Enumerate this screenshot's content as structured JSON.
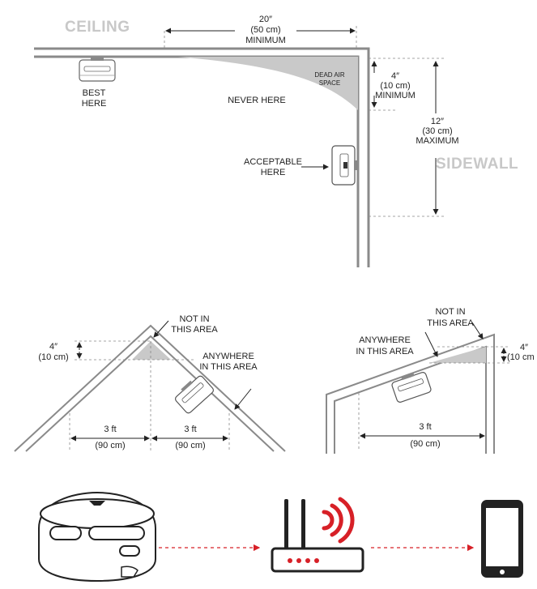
{
  "top_diagram": {
    "ceiling": "CEILING",
    "sidewall": "SIDEWALL",
    "best_here": [
      "BEST",
      "HERE"
    ],
    "never_here": "NEVER HERE",
    "dead_air": [
      "DEAD AIR",
      "SPACE"
    ],
    "acceptable_here": [
      "ACCEPTABLE",
      "HERE"
    ],
    "dim_20": [
      "20″",
      "(50 cm)",
      "MINIMUM"
    ],
    "dim_4": [
      "4″",
      "(10 cm)",
      "MINIMUM"
    ],
    "dim_12": [
      "12″",
      "(30 cm)",
      "MAXIMUM"
    ]
  },
  "peaked_ceiling": {
    "not_in_area": [
      "NOT IN",
      "THIS AREA"
    ],
    "anywhere": [
      "ANYWHERE",
      "IN THIS AREA"
    ],
    "dim_4": [
      "4″",
      "(10 cm)"
    ],
    "left_3ft": [
      "3 ft",
      "(90 cm)"
    ],
    "right_3ft": [
      "3 ft",
      "(90 cm)"
    ]
  },
  "sloped_ceiling": {
    "not_in_area": [
      "NOT IN",
      "THIS AREA"
    ],
    "anywhere": [
      "ANYWHERE",
      "IN THIS AREA"
    ],
    "dim_4": [
      "4″",
      "(10 cm"
    ],
    "dim_3ft": [
      "3 ft",
      "(90 cm)"
    ]
  },
  "connectivity": {
    "devices": [
      "smoke-detector",
      "wifi-router",
      "smartphone"
    ],
    "accent_color": "#d72027"
  }
}
